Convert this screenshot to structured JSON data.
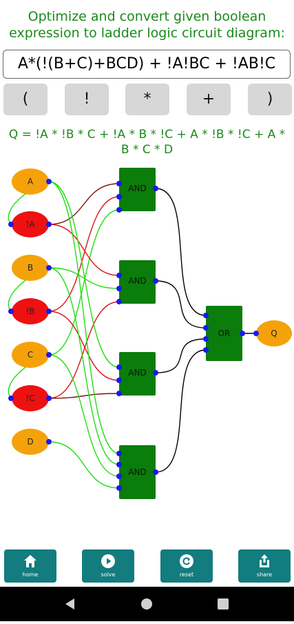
{
  "header": {
    "title_line1": "Optimize and convert given boolean",
    "title_line2": "expression to ladder logic circuit diagram:"
  },
  "input": {
    "expression": "A*(!(B+C)+BCD) + !A!BC + !AB!C"
  },
  "keypad": {
    "keys": [
      "(",
      "!",
      "*",
      "+",
      ")"
    ]
  },
  "result": {
    "line1": "Q = !A * !B * C + !A * B * !C + A * !B * !C + A *",
    "line2": "B * C * D"
  },
  "circuit": {
    "inputs": [
      "A",
      "!A",
      "B",
      "!B",
      "C",
      "!C",
      "D"
    ],
    "gates": [
      "AND",
      "AND",
      "AND",
      "AND"
    ],
    "or_gate": "OR",
    "output": "Q",
    "colors": {
      "input_pos": "#f5a20a",
      "input_neg": "#ee1111",
      "gate": "#0a7d0a",
      "pin": "#1a1aee",
      "wire_pos": "#22dd11",
      "wire_neg_dark": "#7a1010",
      "wire_neg": "#d81818",
      "wire_out": "#000000"
    }
  },
  "bottom_bar": {
    "home": "home",
    "solve": "solve",
    "reset": "reset",
    "share": "share"
  }
}
